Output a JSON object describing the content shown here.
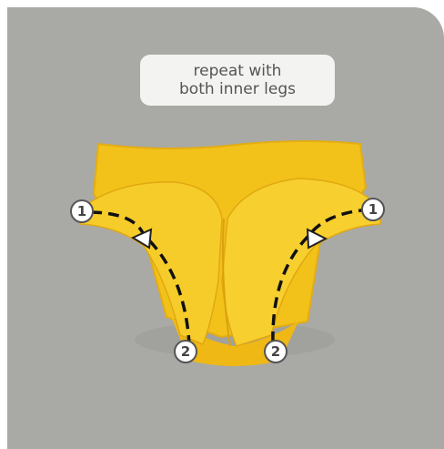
{
  "caption": {
    "line1": "repeat with",
    "line2": "both inner legs"
  },
  "markers": {
    "left_start": "1",
    "left_end": "2",
    "right_start": "1",
    "right_end": "2"
  },
  "colors": {
    "background": "#a9a9a6",
    "fabric": "#f2c21a",
    "fabric_shadow": "#e3ad12",
    "stitch_line": "#111111",
    "marker_fill": "#ffffff"
  },
  "icons": {
    "direction_arrow": "triangle-arrow",
    "step_marker": "numbered-circle"
  }
}
